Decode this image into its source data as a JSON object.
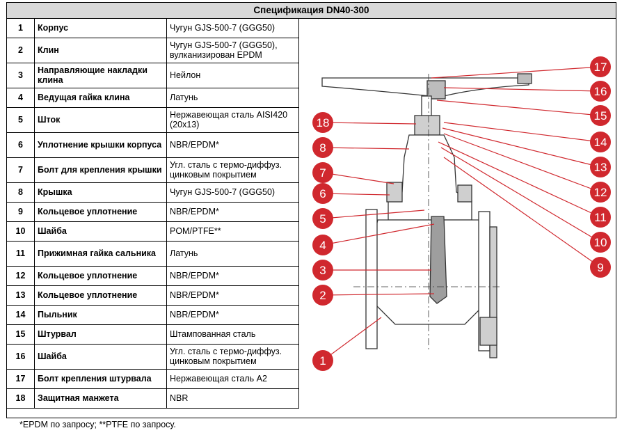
{
  "title": "Спецификация DN40-300",
  "rows": [
    {
      "num": "1",
      "name": "Корпус",
      "material": "Чугун GJS-500-7 (GGG50)"
    },
    {
      "num": "2",
      "name": "Клин",
      "material": "Чугун GJS-500-7 (GGG50), вулканизирован EPDM"
    },
    {
      "num": "3",
      "name": "Направляющие накладки клина",
      "material": "Нейлон"
    },
    {
      "num": "4",
      "name": "Ведущая гайка клина",
      "material": "Латунь"
    },
    {
      "num": "5",
      "name": "Шток",
      "material": "Нержавеющая сталь AISI420 (20x13)"
    },
    {
      "num": "6",
      "name": "Уплотнение крышки корпуса",
      "material": "NBR/EPDM*"
    },
    {
      "num": "7",
      "name": "Болт для крепления крышки",
      "material": "Угл. сталь с термо-диффуз. цинковым покрытием"
    },
    {
      "num": "8",
      "name": "Крышка",
      "material": "Чугун GJS-500-7 (GGG50)"
    },
    {
      "num": "9",
      "name": "Кольцевое уплотнение",
      "material": "NBR/EPDM*"
    },
    {
      "num": "10",
      "name": "Шайба",
      "material": "POM/PTFE**"
    },
    {
      "num": "11",
      "name": "Прижимная гайка сальника",
      "material": "Латунь"
    },
    {
      "num": "12",
      "name": "Кольцевое уплотнение",
      "material": "NBR/EPDM*"
    },
    {
      "num": "13",
      "name": "Кольцевое уплотнение",
      "material": "NBR/EPDM*"
    },
    {
      "num": "14",
      "name": "Пыльник",
      "material": "NBR/EPDM*"
    },
    {
      "num": "15",
      "name": "Штурвал",
      "material": "Штампованная сталь"
    },
    {
      "num": "16",
      "name": "Шайба",
      "material": "Угл. сталь с термо-диффуз. цинковым покрытием"
    },
    {
      "num": "17",
      "name": "Болт крепления штурвала",
      "material": "Нержавеющая сталь А2"
    },
    {
      "num": "18",
      "name": "Защитная манжета",
      "material": "NBR"
    }
  ],
  "callouts": [
    "1",
    "2",
    "3",
    "4",
    "5",
    "6",
    "7",
    "8",
    "9",
    "10",
    "11",
    "12",
    "13",
    "14",
    "15",
    "16",
    "17",
    "18"
  ],
  "callout_color": "#d0282e",
  "footnote": "*EPDM по запросу; **PTFE по запросу."
}
